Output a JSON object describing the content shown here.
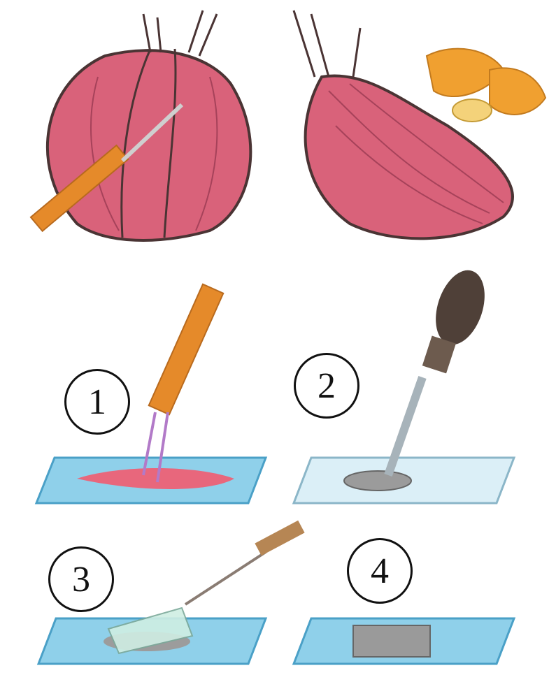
{
  "steps": [
    {
      "number": "1",
      "tool_icon": "scalpel-icon",
      "slide": "slide-with-onion-peel"
    },
    {
      "number": "2",
      "tool_icon": "dropper-icon",
      "slide": "slide-with-drop"
    },
    {
      "number": "3",
      "tool_icon": "needle-icon",
      "slide": "slide-with-coverslip-lowering"
    },
    {
      "number": "4",
      "tool_icon": null,
      "slide": "finished-slide"
    }
  ],
  "colors": {
    "onion_red": "#d9627a",
    "onion_outline": "#4a3434",
    "handle_orange": "#e58a2a",
    "slide_blue": "#8fd0ea",
    "slide_light": "#dbeff7",
    "dropper_bulb": "#4f4038"
  }
}
